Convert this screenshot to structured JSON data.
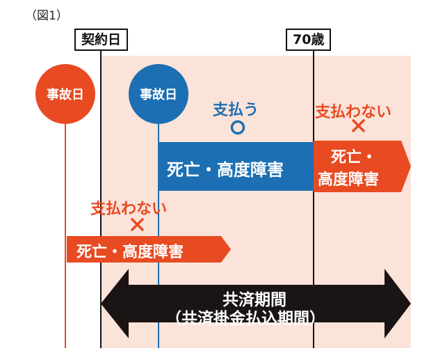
{
  "figure_caption": "（図1）",
  "timeline": {
    "contract_day_label": "契約日",
    "age_70_label": "70歳"
  },
  "accidents": {
    "before_contract_label": "事故日",
    "after_contract_label": "事故日"
  },
  "outcomes": {
    "covered": {
      "label": "支払う",
      "mark": "○",
      "event": "死亡・高度障害"
    },
    "after_70": {
      "label": "支払わない",
      "mark": "×",
      "event_line1": "死亡・",
      "event_line2": "高度障害"
    },
    "before_contract": {
      "label": "支払わない",
      "mark": "×",
      "event": "死亡・高度障害"
    }
  },
  "period": {
    "line1": "共済期間",
    "line2": "（共済掛金払込期間）"
  },
  "colors": {
    "background_shade": "#fbe3d9",
    "red": "#e84a22",
    "blue": "#1b6fb2",
    "black_arrow": "#1a1414"
  }
}
